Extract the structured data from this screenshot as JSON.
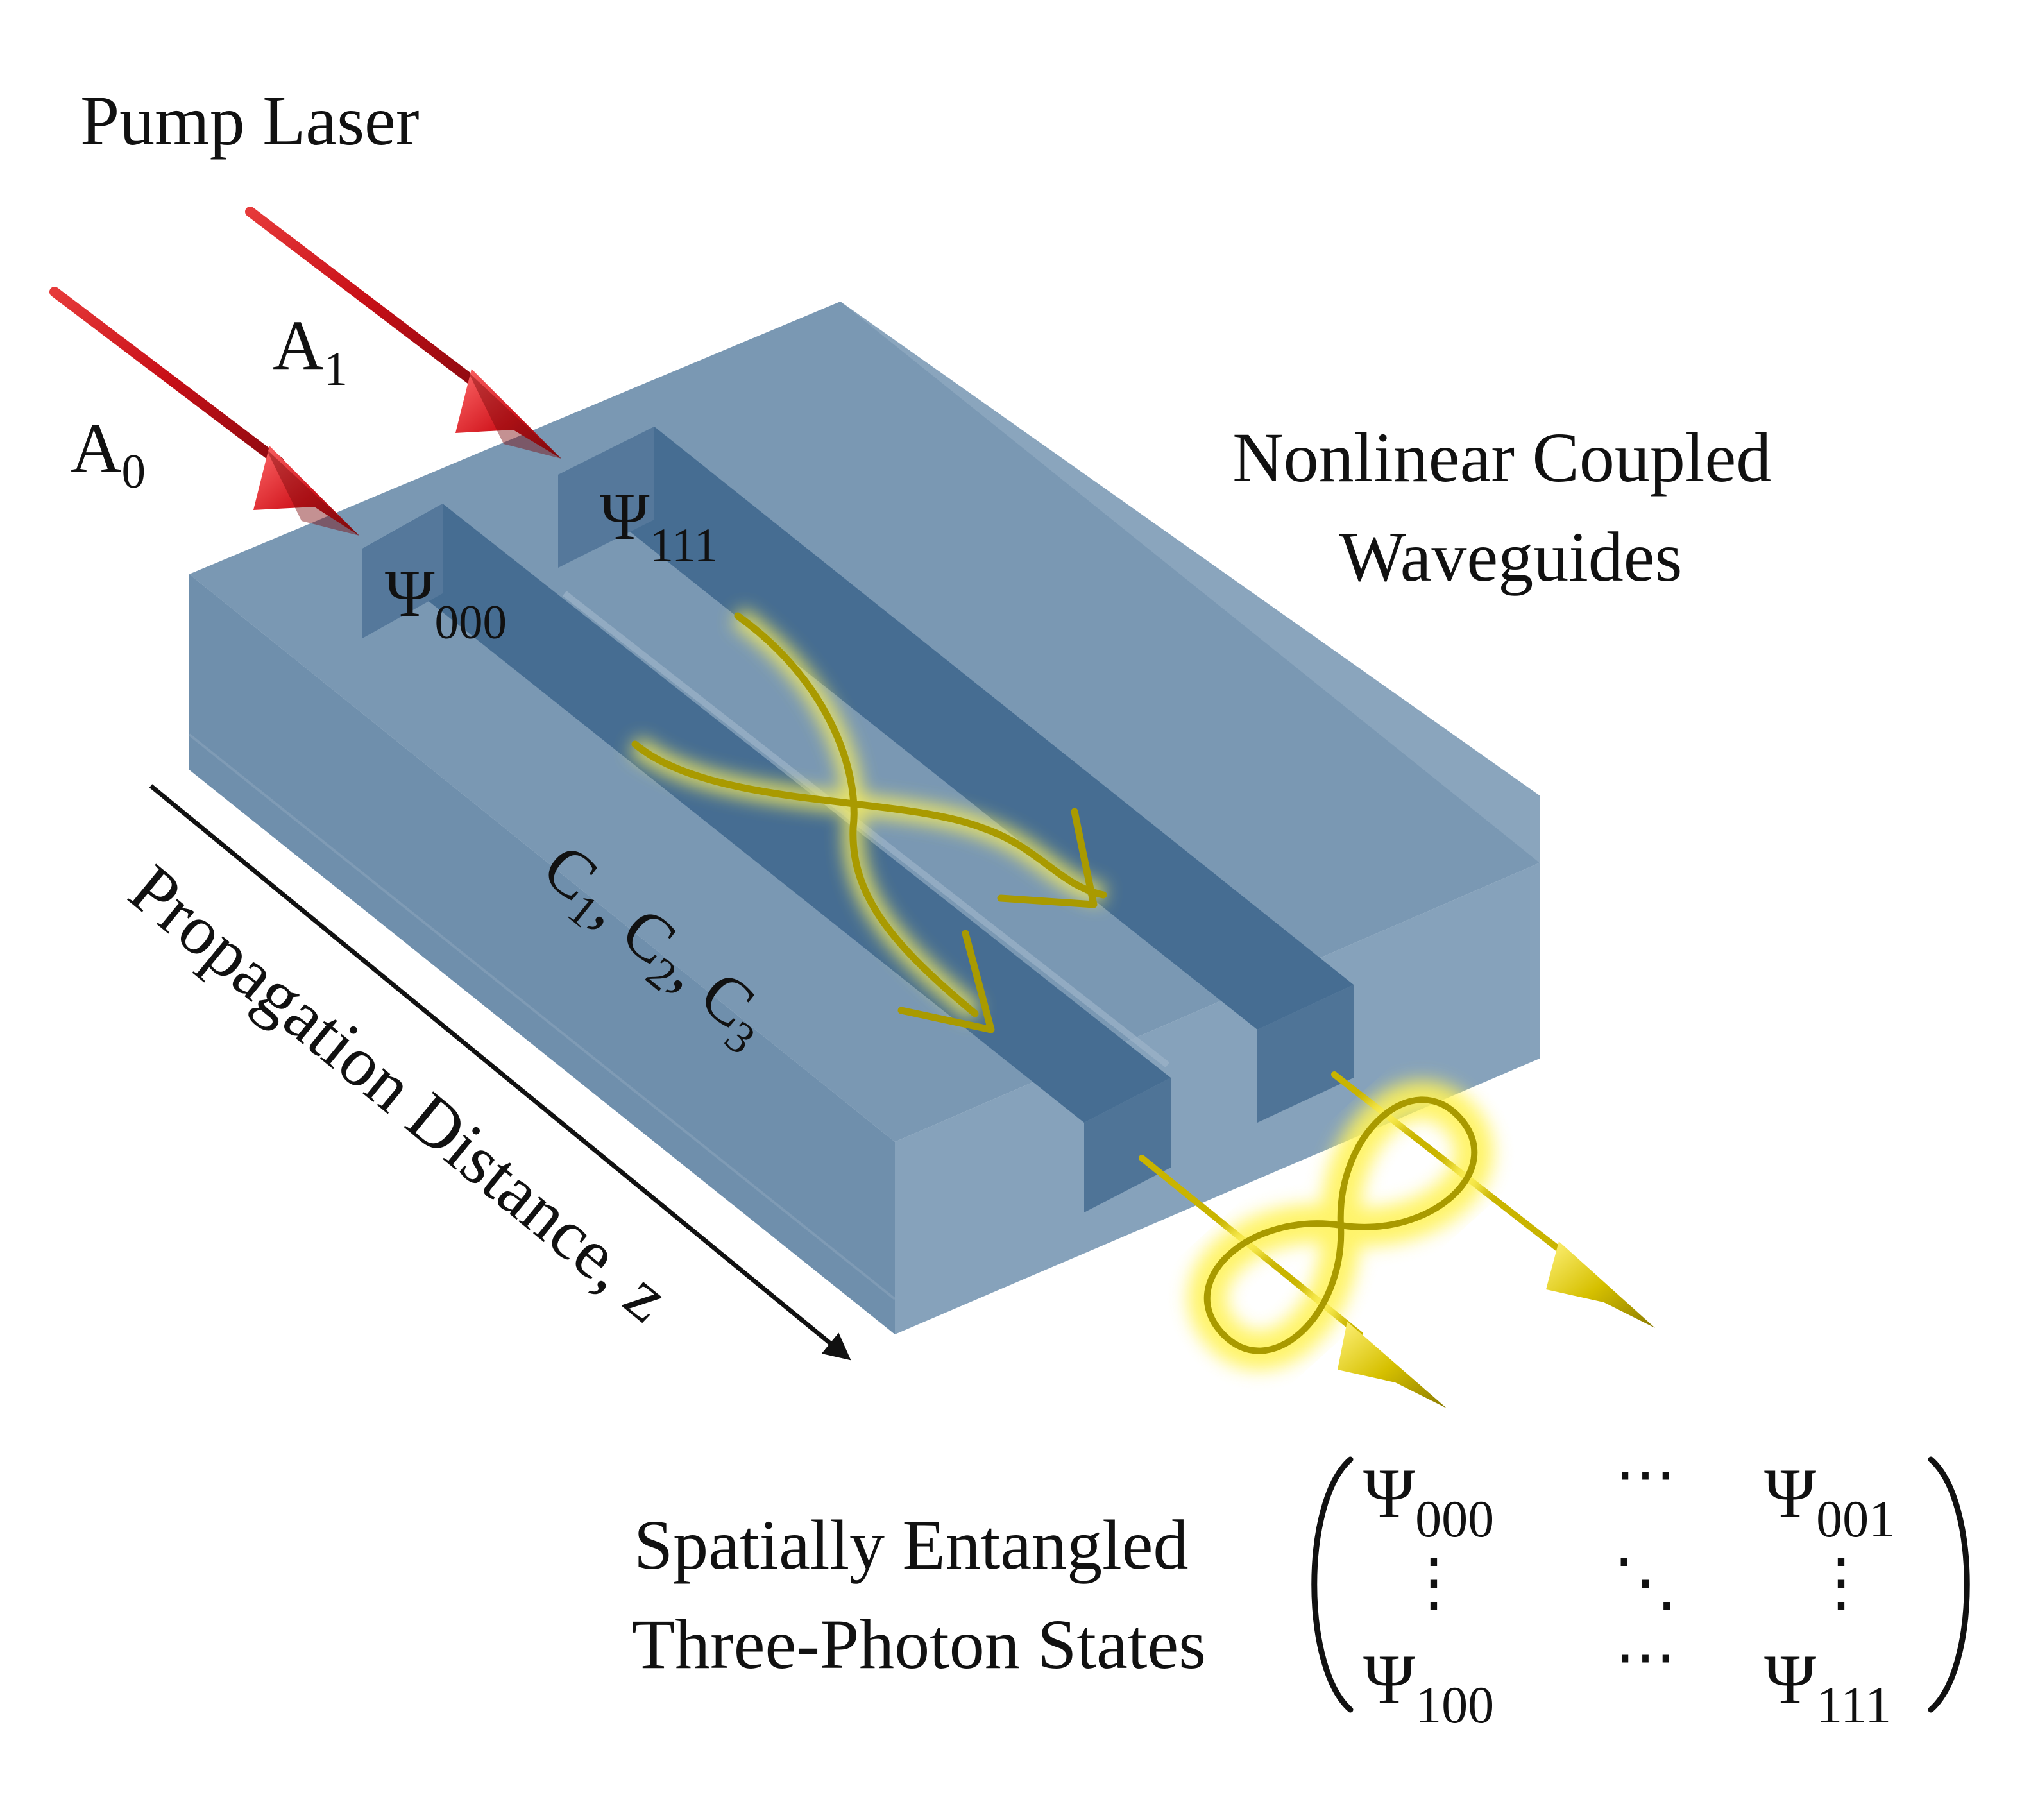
{
  "labels": {
    "pump_laser": "Pump Laser",
    "a0_main": "A",
    "a0_sub": "0",
    "a1_main": "A",
    "a1_sub": "1",
    "psi000_main": "Ψ",
    "psi000_sub": "000",
    "psi111_main": "Ψ",
    "psi111_sub": "111",
    "coupled_line1": "Nonlinear Coupled",
    "coupled_line2": "Waveguides",
    "coupling": {
      "c1": "C",
      "c1_sub": "1",
      "sep1": ",",
      "c2": "C",
      "c2_sub": "2",
      "sep2": ",",
      "c3": "C",
      "c3_sub": "3"
    },
    "propagation": "Propagation Distance, z",
    "states_line1": "Spatially Entangled",
    "states_line2": "Three-Photon States"
  },
  "matrix": {
    "psi": "Ψ",
    "top_left_sub": "000",
    "top_right_sub": "001",
    "bottom_left_sub": "100",
    "bottom_right_sub": "111",
    "hdots": "⋯",
    "vdots": "⋮",
    "ddots": "⋱"
  },
  "colors": {
    "substrate_top": "#7a98b3",
    "substrate_front": "#6f8fac",
    "substrate_side": "#86a2bb",
    "waveguide_top": "#466d92",
    "waveguide_end": "#55789b",
    "pump_beam": "#d0141c",
    "photon": "#c9b400",
    "glow": "#fff35a",
    "text": "#111111"
  }
}
